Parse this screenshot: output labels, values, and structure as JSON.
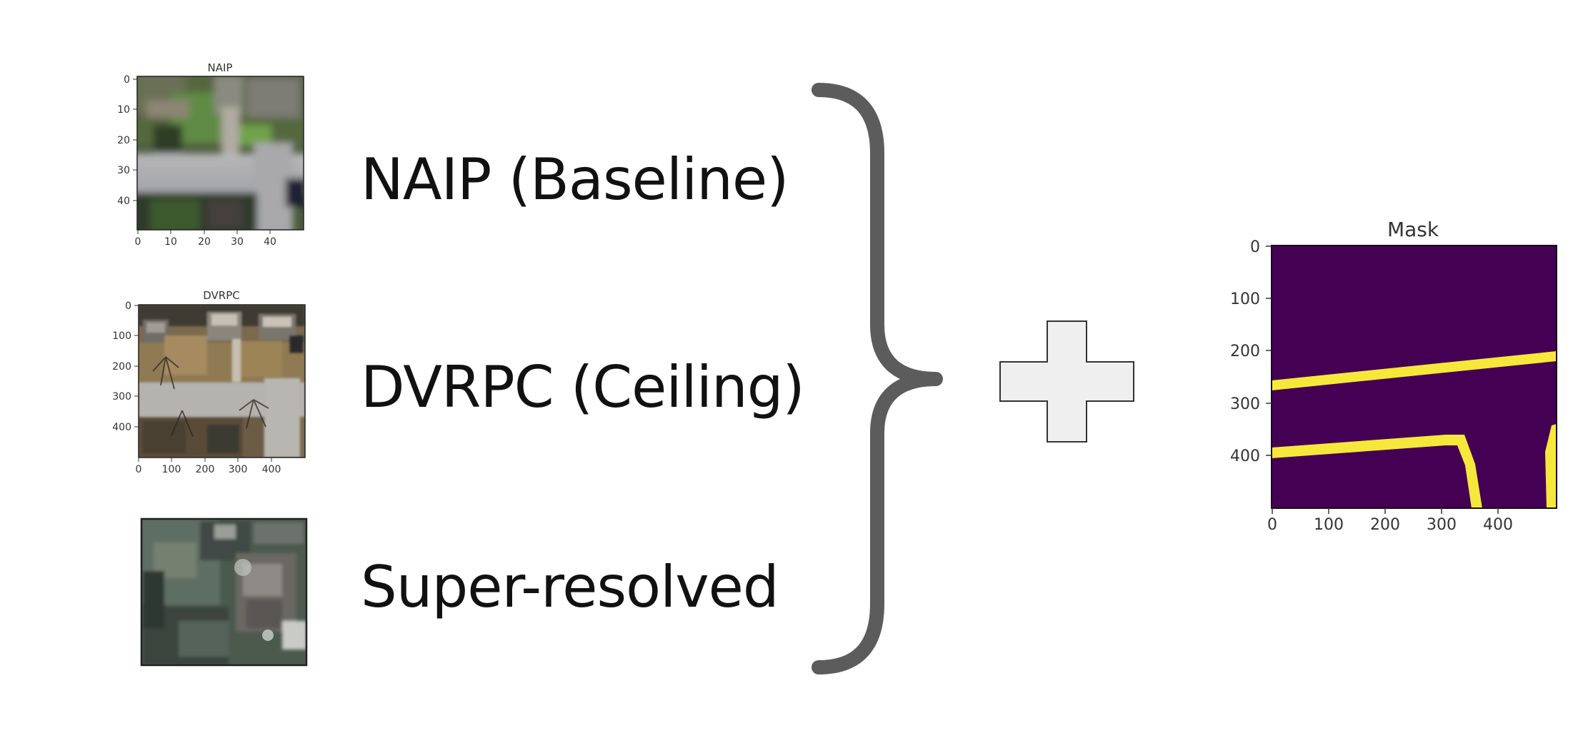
{
  "panels": {
    "naip": {
      "title": "NAIP",
      "x_ticks": [
        "0",
        "10",
        "20",
        "30",
        "40"
      ],
      "y_ticks": [
        "0",
        "10",
        "20",
        "30",
        "40"
      ]
    },
    "dvrpc": {
      "title": "DVRPC",
      "x_ticks": [
        "0",
        "100",
        "200",
        "300",
        "400"
      ],
      "y_ticks": [
        "0",
        "100",
        "200",
        "300",
        "400"
      ]
    },
    "super_resolved": {
      "image": "super-resolved aerial image"
    },
    "mask": {
      "title": "Mask",
      "x_ticks": [
        "0",
        "100",
        "200",
        "300",
        "400"
      ],
      "y_ticks": [
        "0",
        "100",
        "200",
        "300",
        "400"
      ],
      "colors": {
        "background": "#440154",
        "road": "#f5e83a"
      }
    }
  },
  "labels": {
    "naip": "NAIP (Baseline)",
    "dvrpc": "DVRPC (Ceiling)",
    "super_resolved": "Super-resolved"
  },
  "symbols": {
    "brace": "right-curly-brace",
    "plus": "plus-sign"
  },
  "colors": {
    "brace": "#5c5c5c",
    "plus_fill": "#efefef",
    "plus_stroke": "#333333"
  }
}
